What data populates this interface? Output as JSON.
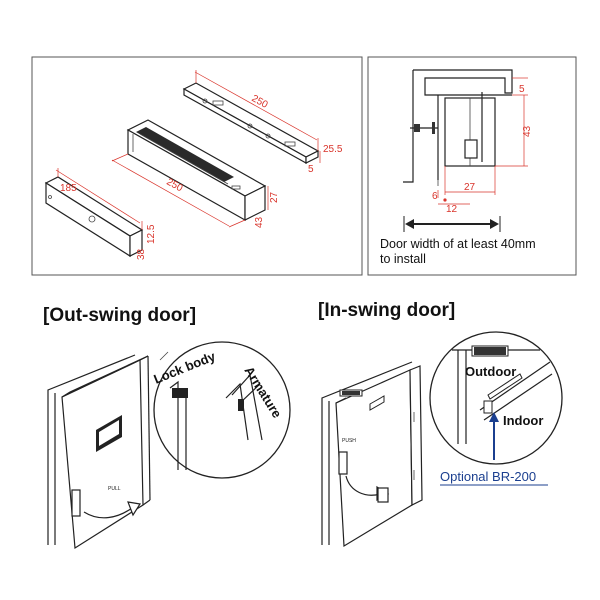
{
  "dimensions": {
    "armature_length": "250",
    "armature_height": "25.5",
    "armature_thick": "5",
    "lock_length": "250",
    "lock_height": "27",
    "lock_depth": "43",
    "bracket_length": "185",
    "bracket_height": "12.5",
    "bracket_depth": "38"
  },
  "section": {
    "dim_top": "5",
    "dim_side": "43",
    "dim_6": "6",
    "dim_12": "12",
    "dim_27": "27",
    "note_line1": "Door width of at least 40mm",
    "note_line2": "to install"
  },
  "outswing": {
    "heading": "[Out-swing door]",
    "lock_body": "Lock body",
    "armature": "Armature",
    "push_label": "PULL"
  },
  "inswing": {
    "heading": "[In-swing door]",
    "outdoor": "Outdoor",
    "indoor": "Indoor",
    "optional": "Optional BR-200",
    "push_label": "PUSH"
  },
  "colors": {
    "dimension": "#d9342b",
    "callout": "#1b3f8f"
  }
}
